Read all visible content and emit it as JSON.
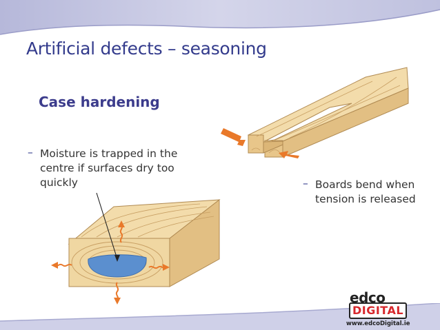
{
  "slide": {
    "title": "Artificial defects – seasoning",
    "subtitle": "Case hardening",
    "bullets": [
      {
        "dash": "–",
        "lines": [
          "Moisture is trapped in the",
          "centre if surfaces dry too",
          "quickly"
        ]
      },
      {
        "dash": "–",
        "lines": [
          "Boards bend when",
          "tension is released"
        ]
      }
    ]
  },
  "logo": {
    "edco": "edco",
    "digital": "DIGITAL",
    "url": "www.edcoDigital.ie"
  },
  "colors": {
    "title": "#333b8c",
    "accent_band": "#c3c4e0",
    "timber": "#f0d7a2",
    "moisture": "#5b8fcf",
    "arrow": "#e9792a",
    "logo_red": "#d7272c"
  }
}
